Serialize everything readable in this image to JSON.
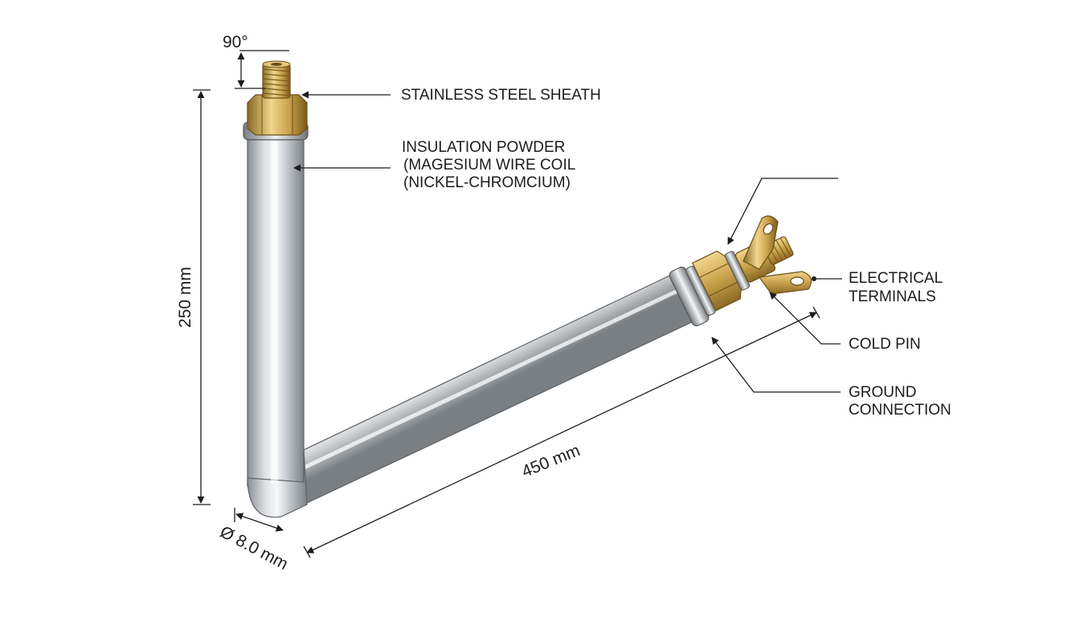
{
  "labels": {
    "sheath": "STAINLESS STEEL SHEATH",
    "insulation": [
      "INSULATION POWDER",
      "(MAGESIUM WIRE COIL",
      "(NICKEL-CHROMCIUM)"
    ],
    "terminals": [
      "ELECTRICAL",
      "TERMINALS"
    ],
    "cold_pin": "COLD PIN",
    "ground": [
      "GROUND",
      "CONNECTION"
    ]
  },
  "dimensions": {
    "angle": "90°",
    "height": "250 mm",
    "length": "450 mm",
    "diameter": "Ø 8.0 mm"
  },
  "colors": {
    "steel_light": "#f4f5f6",
    "steel_mid": "#b9bdc1",
    "steel_dark": "#7d8286",
    "brass_light": "#f1d68d",
    "brass_mid": "#c9a14b",
    "brass_dark": "#8a6a25",
    "ink": "#1c1c1c"
  }
}
